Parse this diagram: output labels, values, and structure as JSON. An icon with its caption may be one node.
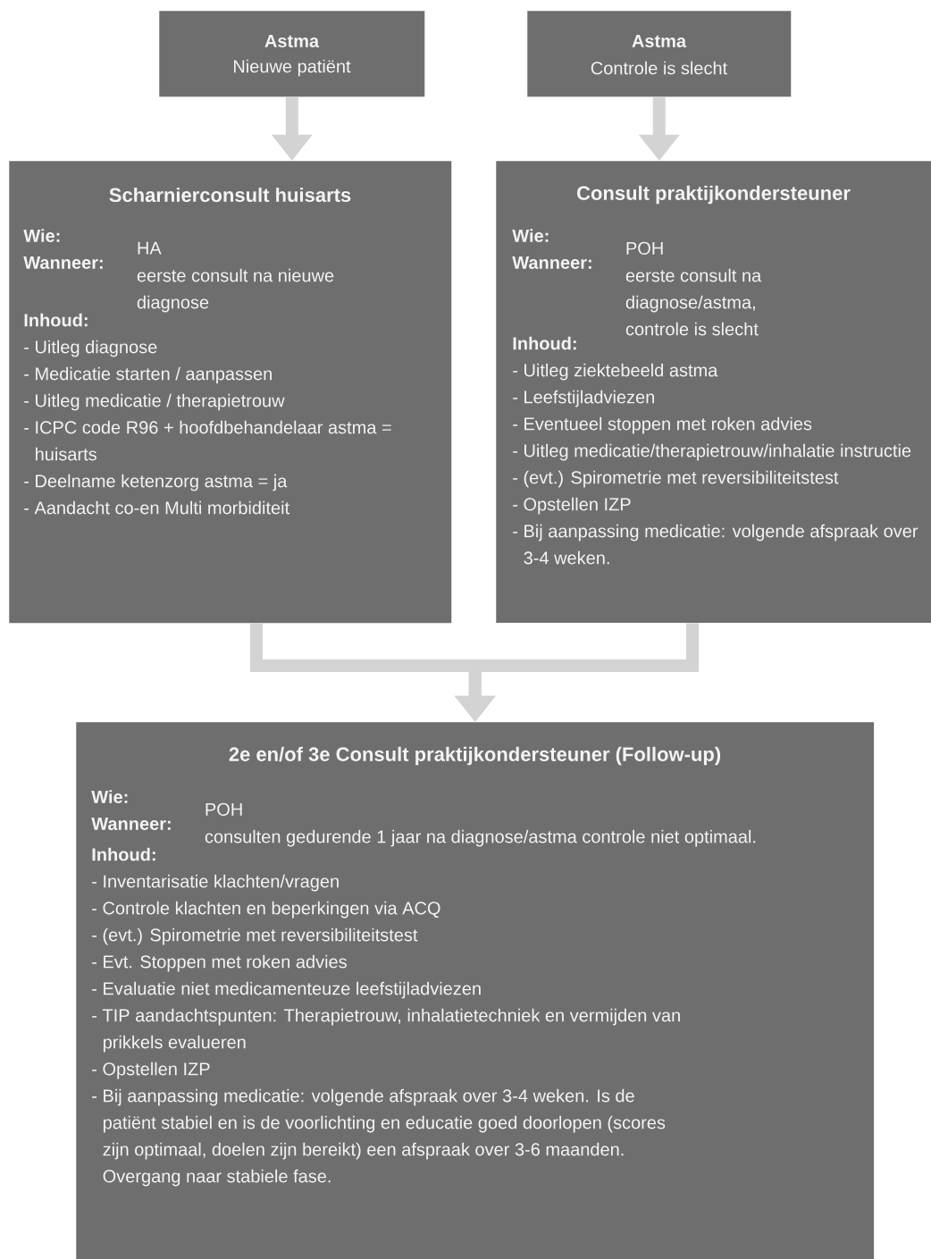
{
  "diagram": {
    "nodes": [
      {
        "text": [
          "Astma",
          "Nieuwe patiënt"
        ]
      },
      {
        "text": [
          "Astma",
          "Controle is slecht"
        ]
      },
      {
        "text": [
          "Scharnierconsult huisarts",
          "Wie:",
          "HA",
          "Wanneer:",
          "eerste consult na nieuwe diagnose",
          "Inhoud:",
          "- Uitleg diagnose",
          "- Medicatie starten / aanpassen",
          "- Uitleg medicatie / therapietrouw",
          "- ICPC code R96 + hoofdbehandelaar astma = huisarts",
          "- Deelname ketenzorg astma = ja",
          "- Aandacht co-en Multi morbiditeit"
        ]
      },
      {
        "text": [
          "Consult praktijkondersteuner",
          "Wie:",
          "POH",
          "Wanneer:",
          "eerste consult na diagnose/astma, controle is slecht",
          "Inhoud:",
          "- Uitleg ziektebeeld astma",
          "- Leefstijladviezen",
          "- Eventueel stoppen met roken advies",
          "- Uitleg medicatie/therapietrouw/inhalatie instructie",
          "- (evt.) Spirometrie met reversibiliteitstest",
          "- Opstellen IZP",
          "- Bij aanpassing medicatie: volgende afspraak over 3-4 weken."
        ]
      },
      {
        "text": [
          "2e en/of 3e Consult praktijkondersteuner (Follow-up)",
          "Wie:",
          "POH",
          "Wanneer:",
          "consulten gedurende 1 jaar na diagnose/astma controle niet optimaal.",
          "Inhoud:",
          "- Inventarisatie klachten/vragen",
          "- Controle klachten en beperkingen via ACQ",
          "- (evt.) Spirometrie met reversibiliteitstest",
          "- Evt. Stoppen met roken advies",
          "- Evaluatie niet medicamenteuze leefstijladviezen",
          "- TIP aandachtspunten: Therapietrouw, inhalatietechniek en vermijden van prikkels evalueren",
          "- Opstellen IZP",
          "- Bij aanpassing medicatie: volgende afspraak over 3-4 weken. Is de patiënt stabiel en is de voorlichting en educatie goed doorlopen (scores zijn optimaal, doelen zijn bereikt) een afspraak over 3-6 maanden. Overgang naar stabiele fase."
        ]
      }
    ],
    "edges": [
      {
        "from": 0,
        "to": 2,
        "arrow": "to"
      },
      {
        "from": 1,
        "to": 3,
        "arrow": "to"
      },
      {
        "from": 2,
        "to": 4,
        "arrow": "to"
      },
      {
        "from": 3,
        "to": 4,
        "arrow": "to"
      }
    ]
  }
}
